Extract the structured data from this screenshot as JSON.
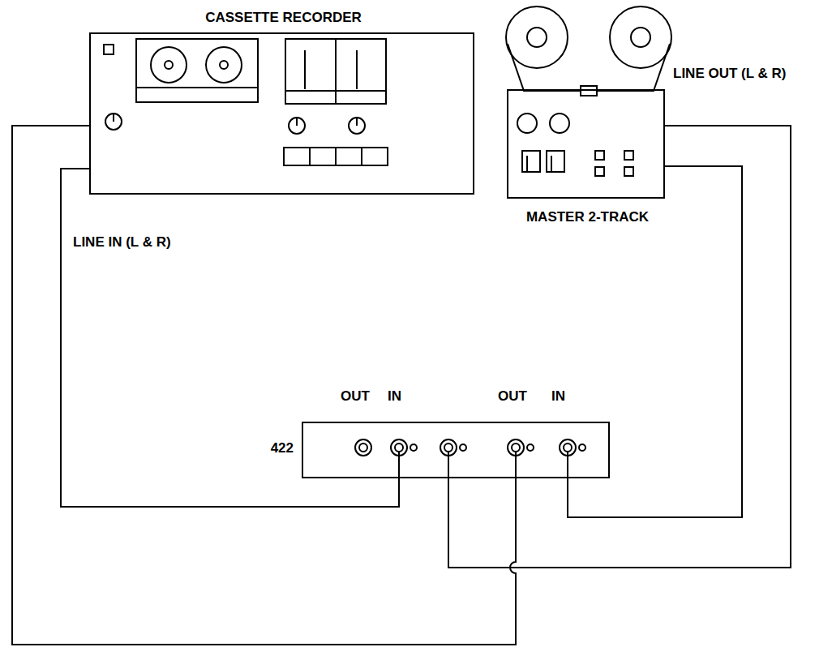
{
  "diagram": {
    "nodes": [
      {
        "text": [
          "CASSETTE RECORDER"
        ]
      },
      {
        "text": [
          "MASTER 2-TRACK"
        ]
      },
      {
        "text": [
          "422"
        ]
      }
    ],
    "edges": [
      {
        "from": 0,
        "to": 2,
        "arrow": "none"
      },
      {
        "from": 0,
        "to": 2,
        "arrow": "none"
      },
      {
        "from": 1,
        "to": 2,
        "arrow": "none"
      },
      {
        "from": 1,
        "to": 2,
        "arrow": "none"
      }
    ],
    "labels": [
      "LINE IN (L & R)",
      "LINE OUT (L & R)",
      "OUT",
      "IN",
      "OUT",
      "IN"
    ]
  }
}
